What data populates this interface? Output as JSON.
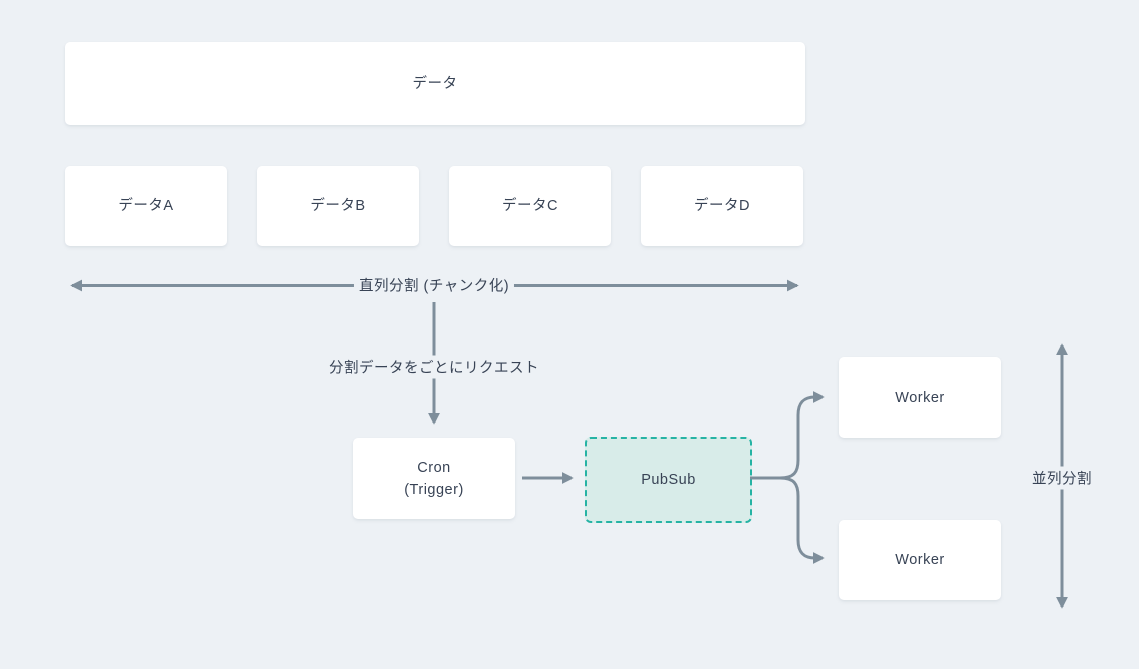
{
  "diagram": {
    "title_box": {
      "label": "データ"
    },
    "chunk_boxes": [
      {
        "label": "データA"
      },
      {
        "label": "データB"
      },
      {
        "label": "データC"
      },
      {
        "label": "データD"
      }
    ],
    "serial_split": {
      "label": "直列分割 (チャンク化)"
    },
    "request_arrow": {
      "label": "分割データをごとにリクエスト"
    },
    "cron_box": {
      "line1": "Cron",
      "line2": "(Trigger)"
    },
    "pubsub_box": {
      "label": "PubSub"
    },
    "worker_boxes": [
      {
        "label": "Worker"
      },
      {
        "label": "Worker"
      }
    ],
    "parallel_split": {
      "label": "並列分割"
    },
    "colors": {
      "background": "#edf1f5",
      "node_background": "#ffffff",
      "text": "#384355",
      "arrow": "#7e8e9b",
      "pubsub_fill": "#d8ece9",
      "pubsub_border": "#26b3a4"
    }
  }
}
